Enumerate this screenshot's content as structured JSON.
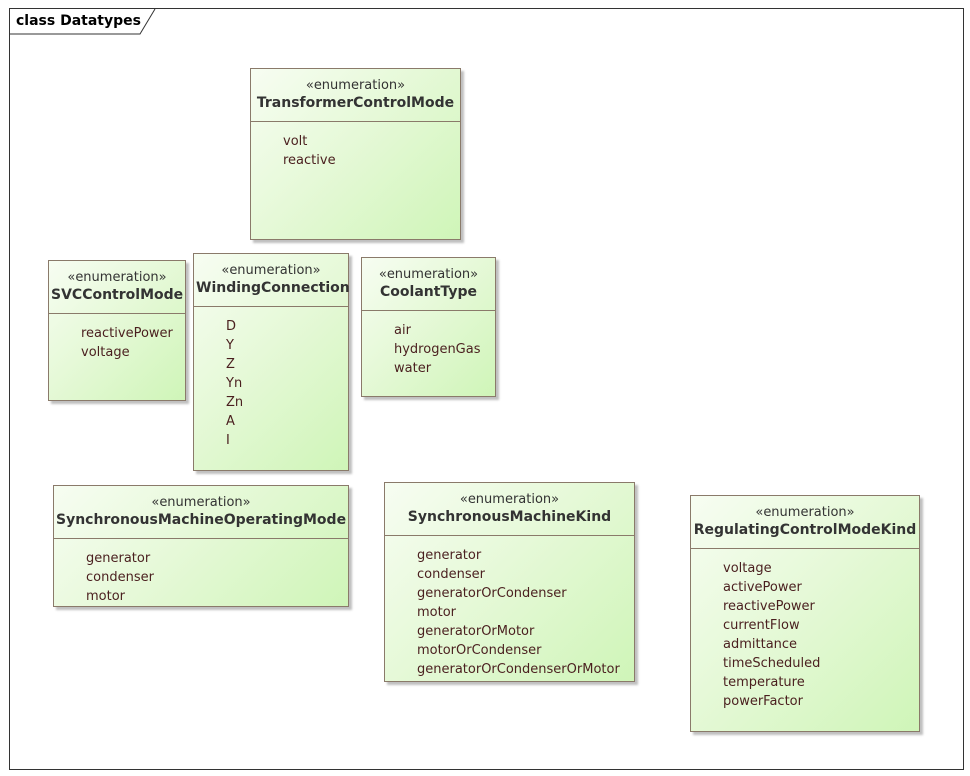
{
  "frame": {
    "title": "class Datatypes"
  },
  "classes": [
    {
      "stereotype": "«enumeration»",
      "name": "TransformerControlMode",
      "literals": [
        "volt",
        "reactive"
      ]
    },
    {
      "stereotype": "«enumeration»",
      "name": "SVCControlMode",
      "literals": [
        "reactivePower",
        "voltage"
      ]
    },
    {
      "stereotype": "«enumeration»",
      "name": "WindingConnection",
      "literals": [
        "D",
        "Y",
        "Z",
        "Yn",
        "Zn",
        "A",
        "I"
      ]
    },
    {
      "stereotype": "«enumeration»",
      "name": "CoolantType",
      "literals": [
        "air",
        "hydrogenGas",
        "water"
      ]
    },
    {
      "stereotype": "«enumeration»",
      "name": "SynchronousMachineOperatingMode",
      "literals": [
        "generator",
        "condenser",
        "motor"
      ]
    },
    {
      "stereotype": "«enumeration»",
      "name": "SynchronousMachineKind",
      "literals": [
        "generator",
        "condenser",
        "generatorOrCondenser",
        "motor",
        "generatorOrMotor",
        "motorOrCondenser",
        "generatorOrCondenserOrMotor"
      ]
    },
    {
      "stereotype": "«enumeration»",
      "name": "RegulatingControlModeKind",
      "literals": [
        "voltage",
        "activePower",
        "reactivePower",
        "currentFlow",
        "admittance",
        "timeScheduled",
        "temperature",
        "powerFactor"
      ]
    }
  ]
}
